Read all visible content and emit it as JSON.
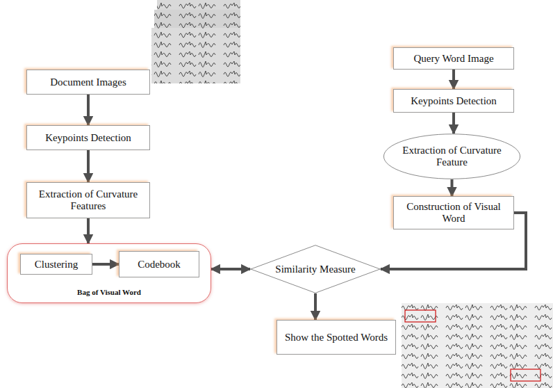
{
  "diagram": {
    "nodes": [
      {
        "text": [
          "Document Images"
        ]
      },
      {
        "text": [
          "Keypoints Detection"
        ]
      },
      {
        "text": [
          "Extraction of Curvature Features"
        ]
      },
      {
        "text": [
          "Bag of Visual Word"
        ]
      },
      {
        "text": [
          "Clustering"
        ],
        "in": 3
      },
      {
        "text": [
          "Codebook"
        ],
        "in": 3
      },
      {
        "text": [
          "Query Word Image"
        ]
      },
      {
        "text": [
          "Keypoints Detection"
        ]
      },
      {
        "text": [
          "Extraction of Curvature Feature"
        ]
      },
      {
        "text": [
          "Construction of Visual Word"
        ]
      },
      {
        "text": [
          "Similarity Measure"
        ]
      },
      {
        "text": [
          "Show the Spotted Words"
        ]
      }
    ],
    "edges": [
      {
        "from": 0,
        "to": 1,
        "arrow": "to"
      },
      {
        "from": 1,
        "to": 2,
        "arrow": "to"
      },
      {
        "from": 2,
        "to": 3,
        "arrow": "to"
      },
      {
        "from": 4,
        "to": 5,
        "arrow": "to"
      },
      {
        "from": 3,
        "to": 10,
        "arrow": "both"
      },
      {
        "from": 6,
        "to": 7,
        "arrow": "to"
      },
      {
        "from": 7,
        "to": 8,
        "arrow": "to"
      },
      {
        "from": 8,
        "to": 9,
        "arrow": "to"
      },
      {
        "from": 9,
        "to": 10,
        "arrow": "to"
      },
      {
        "from": 10,
        "to": 11,
        "arrow": "to"
      }
    ]
  }
}
